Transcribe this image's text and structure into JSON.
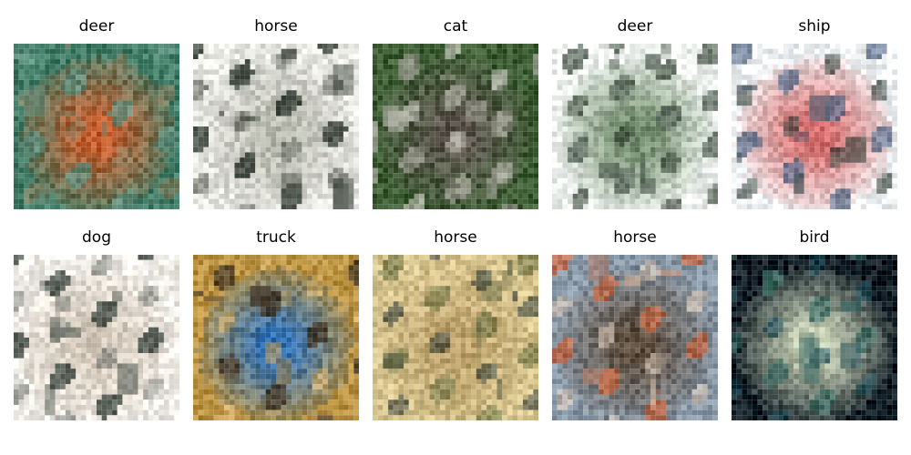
{
  "figure": {
    "panels": [
      {
        "label": "deer",
        "colors": {
          "bg": "#3f7a64",
          "a": "#5c8f7e",
          "b": "#c25a2a",
          "c": "#8a7a5a"
        }
      },
      {
        "label": "horse",
        "colors": {
          "bg": "#e7e7e2",
          "a": "#1f2a22",
          "b": "#b7b8ad",
          "c": "#5b5f55"
        }
      },
      {
        "label": "cat",
        "colors": {
          "bg": "#3a5a31",
          "a": "#9a9a8e",
          "b": "#59524a",
          "c": "#d6d4cc"
        }
      },
      {
        "label": "deer",
        "colors": {
          "bg": "#eef2ee",
          "a": "#4b5a4e",
          "b": "#6f8a6a",
          "c": "#2a3a2a"
        }
      },
      {
        "label": "ship",
        "colors": {
          "bg": "#eef2f4",
          "a": "#5a6c8a",
          "b": "#d26a6a",
          "c": "#2f3b34"
        }
      },
      {
        "label": "dog",
        "colors": {
          "bg": "#f0ece6",
          "a": "#2f3a33",
          "b": "#d2c7b8",
          "c": "#7c8078"
        }
      },
      {
        "label": "truck",
        "colors": {
          "bg": "#b9903e",
          "a": "#3b2d1d",
          "b": "#2f6fb2",
          "c": "#d8b26a"
        }
      },
      {
        "label": "horse",
        "colors": {
          "bg": "#d8c58e",
          "a": "#7b7c4a",
          "b": "#bba069",
          "c": "#2f3b34"
        }
      },
      {
        "label": "horse",
        "colors": {
          "bg": "#8796a5",
          "a": "#c4633d",
          "b": "#5a4a3b",
          "c": "#d6c3b0"
        }
      },
      {
        "label": "bird",
        "colors": {
          "bg": "#0d1a22",
          "a": "#3e6c63",
          "b": "#c9d3b7",
          "c": "#1c4d5a"
        }
      }
    ]
  }
}
